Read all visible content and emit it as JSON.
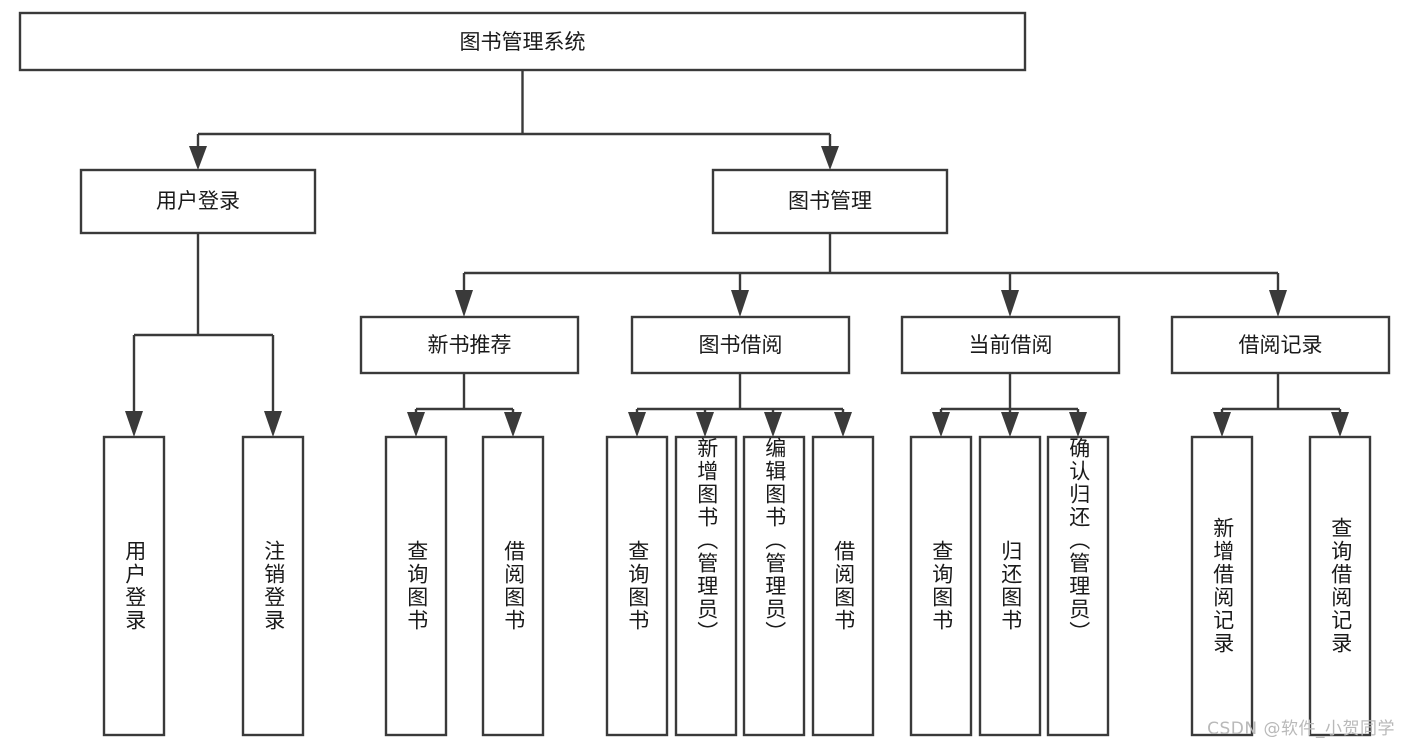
{
  "diagram": {
    "type": "tree-hierarchy",
    "orientation": "top-down",
    "colors": {
      "stroke": "#3a3a3a",
      "box_fill": "#ffffff",
      "text": "#1a1a1a",
      "background": "#ffffff",
      "watermark": "#b9b9b9"
    },
    "root": {
      "label": "图书管理系统"
    },
    "level2": [
      {
        "label": "用户登录"
      },
      {
        "label": "图书管理"
      }
    ],
    "level3": [
      {
        "label": "新书推荐"
      },
      {
        "label": "图书借阅"
      },
      {
        "label": "当前借阅"
      },
      {
        "label": "借阅记录"
      }
    ],
    "leaves": {
      "user_login": [
        {
          "label": "用户登录"
        },
        {
          "label": "注销登录"
        }
      ],
      "new_book_recommend": [
        {
          "label": "查询图书"
        },
        {
          "label": "借阅图书"
        }
      ],
      "book_borrow": [
        {
          "label": "查询图书"
        },
        {
          "label": "新增图书（管理员）"
        },
        {
          "label": "编辑图书（管理员）"
        },
        {
          "label": "借阅图书"
        }
      ],
      "current_borrow": [
        {
          "label": "查询图书"
        },
        {
          "label": "归还图书"
        },
        {
          "label": "确认归还（管理员）"
        }
      ],
      "borrow_record": [
        {
          "label": "新增借阅记录"
        },
        {
          "label": "查询借阅记录"
        }
      ]
    }
  },
  "watermark": {
    "text": "CSDN @软件_小贺同学"
  }
}
